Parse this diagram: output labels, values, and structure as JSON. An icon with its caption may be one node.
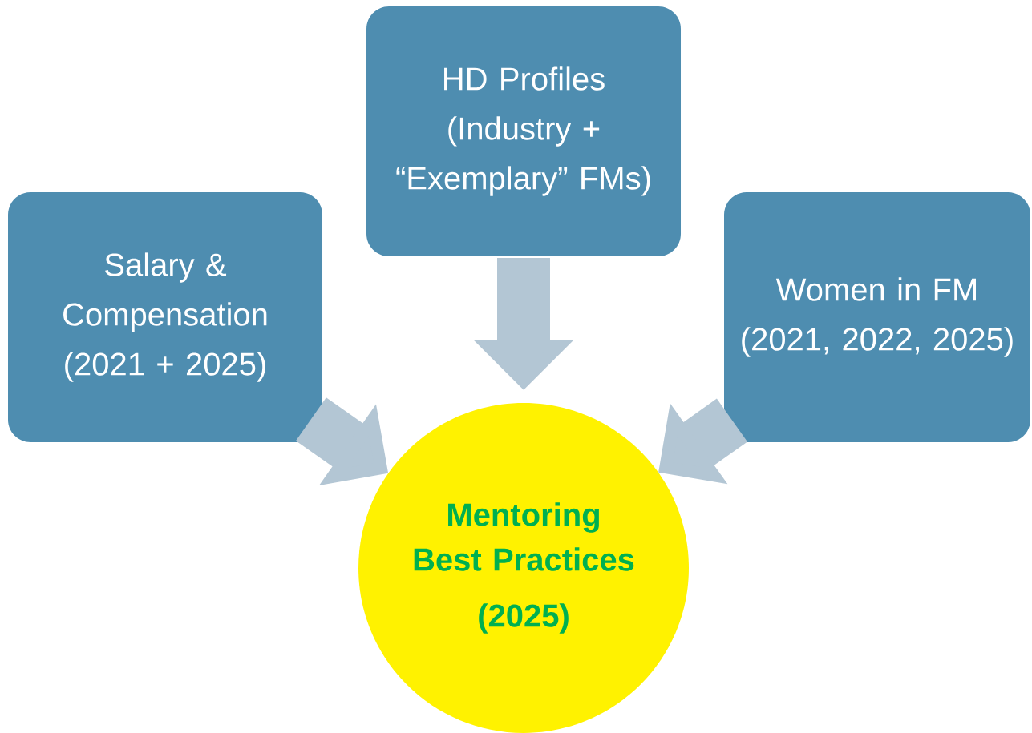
{
  "diagram": {
    "nodes": [
      {
        "text": [
          "Salary & Compensation (2021 + 2025)"
        ]
      },
      {
        "text": [
          "HD Profiles (Industry + “Exemplary” FMs)"
        ]
      },
      {
        "text": [
          "Women in FM (2021, 2022, 2025)"
        ]
      },
      {
        "text": [
          "Mentoring Best Practices",
          "(2025)"
        ]
      }
    ],
    "edges": [
      {
        "from": 0,
        "to": 3,
        "arrow": "to"
      },
      {
        "from": 1,
        "to": 3,
        "arrow": "to"
      },
      {
        "from": 2,
        "to": 3,
        "arrow": "to"
      }
    ]
  }
}
